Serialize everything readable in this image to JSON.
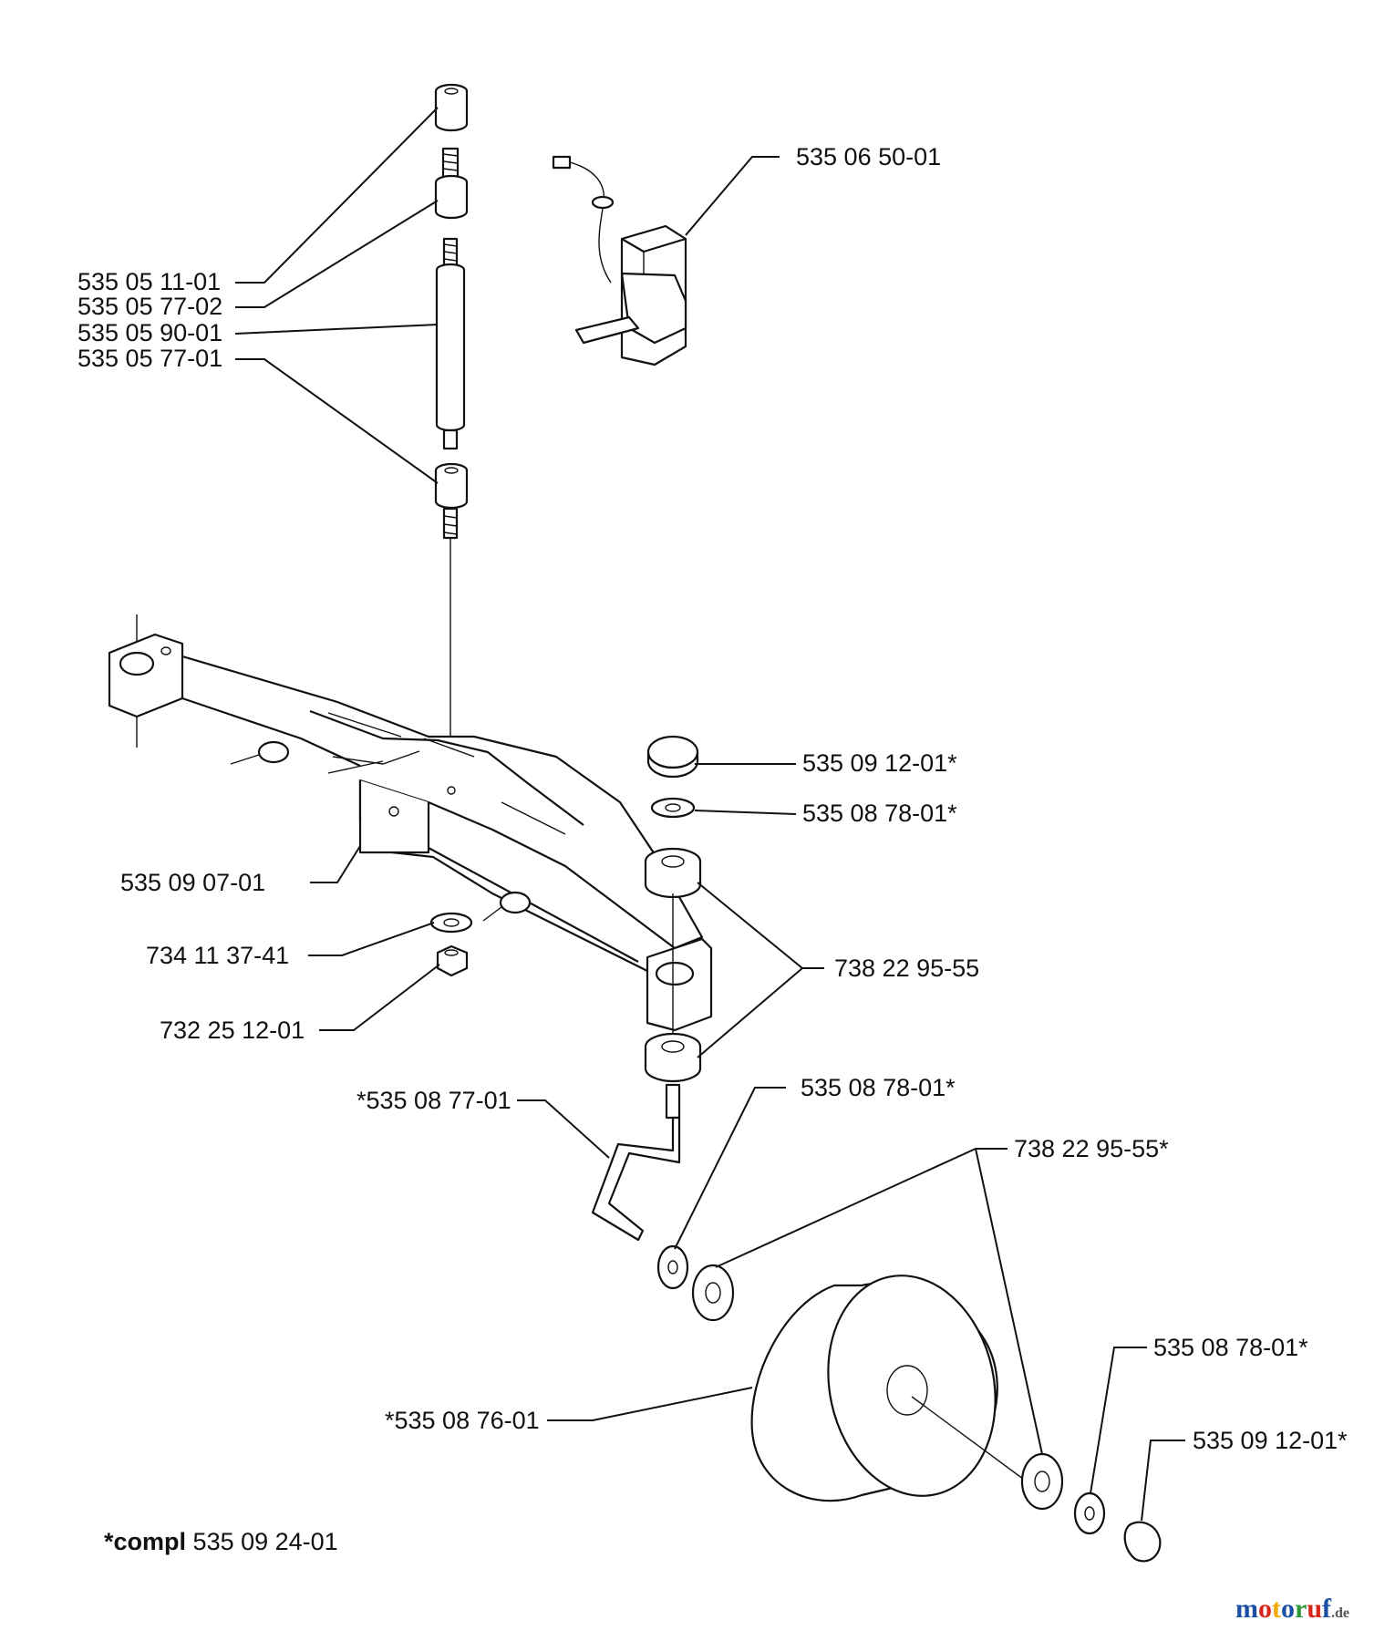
{
  "labels": {
    "p_535_05_11_01": "535 05 11-01",
    "p_535_05_77_02": "535 05 77-02",
    "p_535_05_90_01": "535 05 90-01",
    "p_535_05_77_01": "535 05 77-01",
    "p_535_06_50_01": "535 06 50-01",
    "p_535_09_12_01_top": "535 09 12-01*",
    "p_535_08_78_01_top": "535 08 78-01*",
    "p_535_09_07_01": "535 09 07-01",
    "p_734_11_37_41": "734 11 37-41",
    "p_738_22_95_55": "738 22 95-55",
    "p_732_25_12_01": "732 25 12-01",
    "p_535_08_77_01": "*535 08 77-01",
    "p_535_08_78_01_mid": "535 08 78-01*",
    "p_738_22_95_55_star": "738 22 95-55*",
    "p_535_08_78_01_low": "535 08 78-01*",
    "p_535_08_76_01": "*535 08 76-01",
    "p_535_09_12_01_low": "535 09 12-01*"
  },
  "footnote": {
    "prefix": "*compl",
    "number": "535 09 24-01"
  },
  "watermark": {
    "text": "motoruf",
    "tld": ".de",
    "colors": [
      "#1a4fa3",
      "#d9261c",
      "#f2a900",
      "#1a4fa3",
      "#2e9a3a",
      "#d9261c",
      "#1a4fa3"
    ]
  }
}
